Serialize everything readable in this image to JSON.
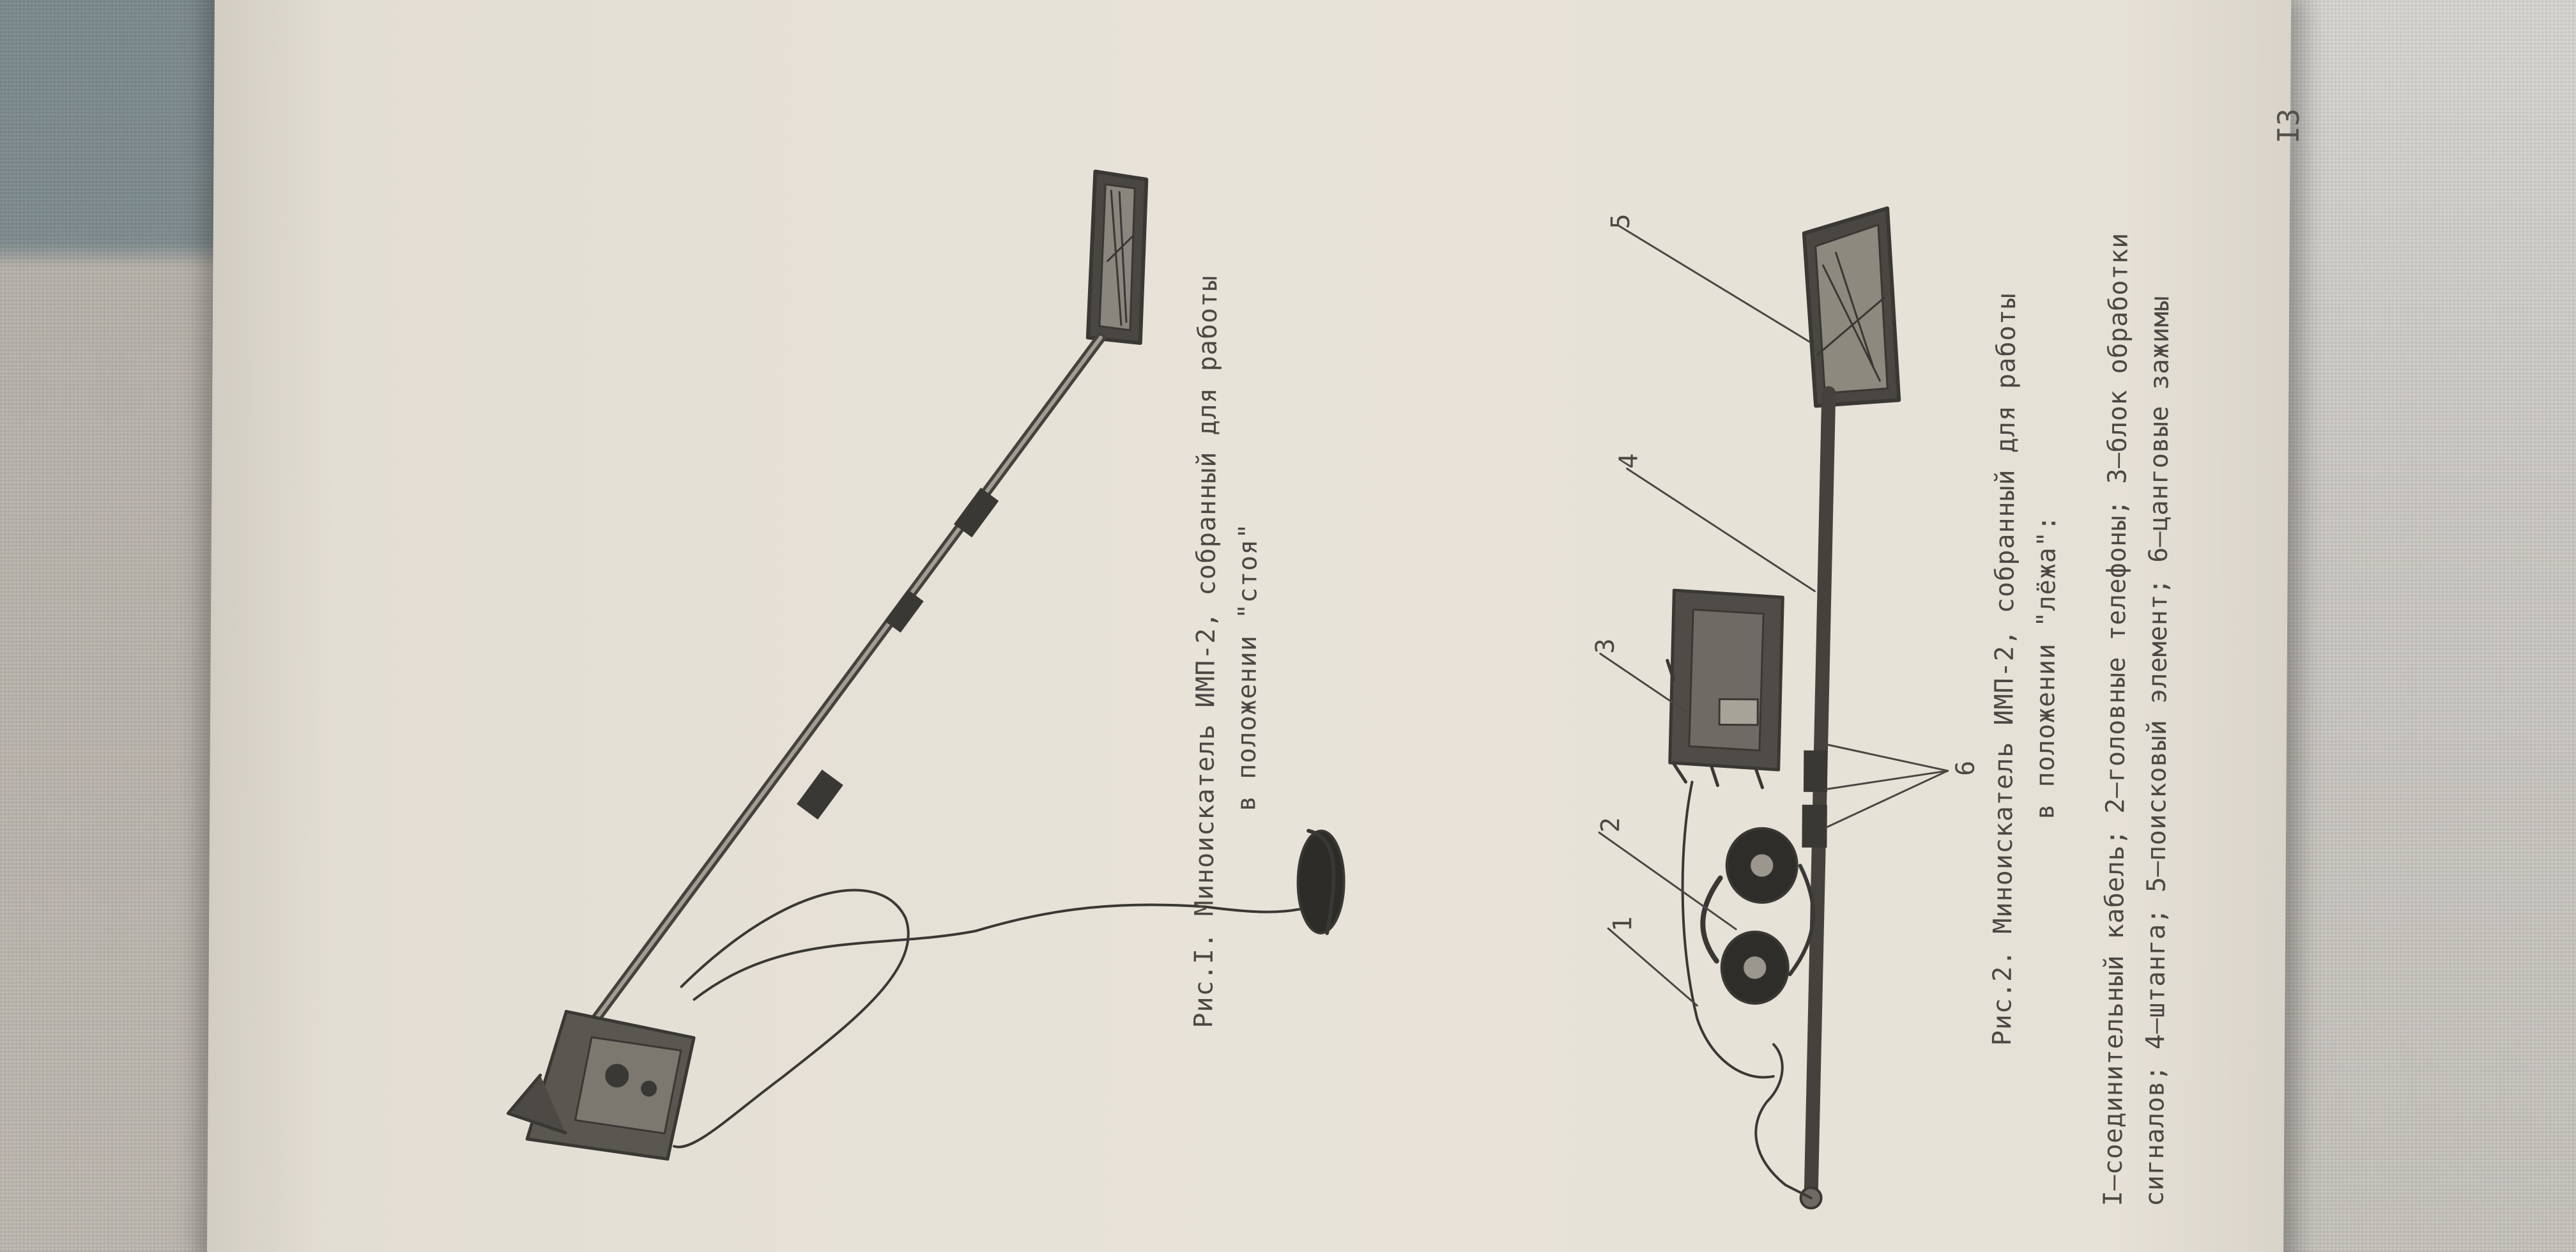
{
  "page": {
    "number": "I3"
  },
  "figure1": {
    "caption_line1": "Рис.I. Миноискатель ИМП-2, собранный для работы",
    "caption_line2": "в положении \"стоя\""
  },
  "figure2": {
    "caption_line1": "Рис.2. Миноискатель ИМП-2, собранный для работы",
    "caption_line2": "в положении \"лёжа\":",
    "callouts": [
      "1",
      "2",
      "3",
      "4",
      "5",
      "6"
    ]
  },
  "legend": {
    "line1": "I–соединительный кабель; 2–головные телефоны; 3–блок обработки",
    "line2": "сигналов; 4–штанга; 5–поисковый элемент; 6–цанговые зажимы"
  },
  "colors": {
    "paper": "#e6e1d7",
    "ink": "#4b4844",
    "drawing": "#3a3834"
  }
}
